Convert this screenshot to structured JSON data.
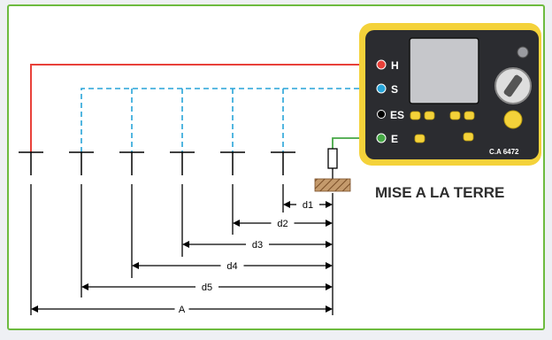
{
  "colors": {
    "frame": "#6dbb3f",
    "h_wire": "#e8413a",
    "s_wire": "#27a4d8",
    "e_wire": "#46a845",
    "device_yellow": "#f4d23a",
    "device_panel": "#2b2c30",
    "ground_hatch": "#a5774a"
  },
  "device": {
    "model": "C.A 6472",
    "terminals": [
      {
        "label": "H",
        "color": "#e8413a"
      },
      {
        "label": "S",
        "color": "#27a4d8"
      },
      {
        "label": "ES",
        "color": "#000000"
      },
      {
        "label": "E",
        "color": "#46a845"
      }
    ]
  },
  "caption": "MISE A LA TERRE",
  "distances": [
    "d1",
    "d2",
    "d3",
    "d4",
    "d5",
    "A"
  ]
}
